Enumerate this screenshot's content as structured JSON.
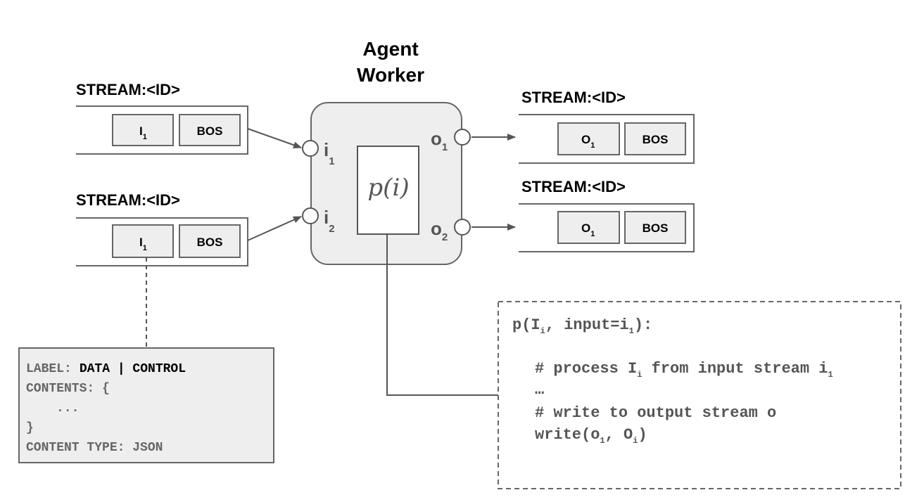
{
  "agent": {
    "title_line1": "Agent",
    "title_line2": "Worker",
    "func_base": "p(",
    "func_arg": "i",
    "func_close": ")",
    "inputs": [
      {
        "letter": "i",
        "sub": "1"
      },
      {
        "letter": "i",
        "sub": "2"
      }
    ],
    "outputs": [
      {
        "letter": "o",
        "sub": "1"
      },
      {
        "letter": "o",
        "sub": "2"
      }
    ]
  },
  "streams": {
    "in1": {
      "label": "STREAM:<ID>",
      "token": "I",
      "token_sub": "1",
      "bos": "BOS"
    },
    "in2": {
      "label": "STREAM:<ID>",
      "token": "I",
      "token_sub": "1",
      "bos": "BOS"
    },
    "out1": {
      "label": "STREAM:<ID>",
      "token": "O",
      "token_sub": "1",
      "bos": "BOS"
    },
    "out2": {
      "label": "STREAM:<ID>",
      "token": "O",
      "token_sub": "1",
      "bos": "BOS"
    }
  },
  "message_box": {
    "label_key": "LABEL:",
    "label_value": "DATA | CONTROL",
    "contents_open": "CONTENTS: {",
    "ellipsis": "...",
    "contents_close": "}",
    "content_type": "CONTENT TYPE: JSON"
  },
  "code_box": {
    "line1": {
      "a": "p(I",
      "a_sub": "i",
      "b": ", input=i",
      "b_sub": "1",
      "c": "):"
    },
    "line2": {
      "a": "# process I",
      "a_sub": "i",
      "b": " from input stream i",
      "b_sub": "1"
    },
    "line3": "…",
    "line4": "# write to output stream o",
    "line5": {
      "a": "write(o",
      "a_sub": "1",
      "b": ", O",
      "b_sub": "i",
      "c": ")"
    }
  }
}
